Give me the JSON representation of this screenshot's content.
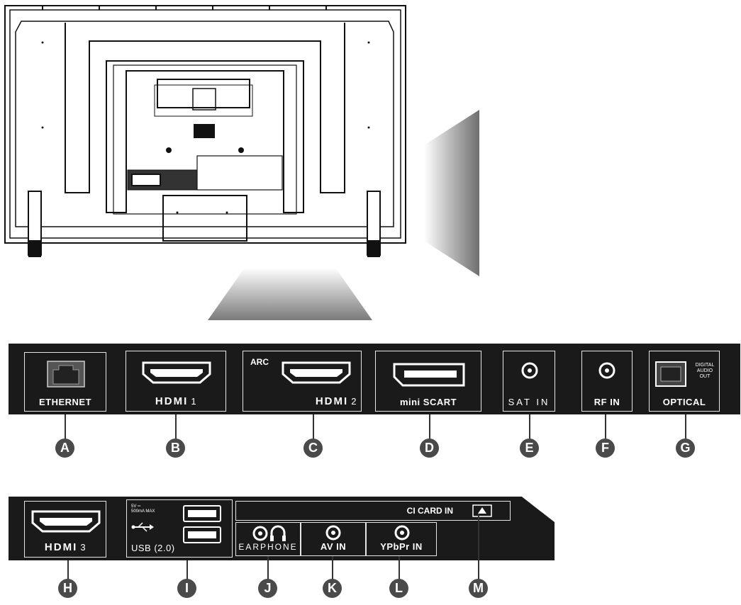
{
  "top_panel": {
    "ethernet": "ETHERNET",
    "hdmi1_brand": "HDMI",
    "hdmi1_num": "1",
    "arc": "ARC",
    "hdmi2_brand": "HDMI",
    "hdmi2_num": "2",
    "mini_scart": "mini SCART",
    "sat_in": "SAT IN",
    "rf_in": "RF IN",
    "optical": "OPTICAL",
    "digital_audio_out_1": "DIGITAL",
    "digital_audio_out_2": "AUDIO",
    "digital_audio_out_3": "OUT"
  },
  "bottom_panel": {
    "hdmi3_brand": "HDMI",
    "hdmi3_num": "3",
    "usb_spec_1": "5V ═",
    "usb_spec_2": "500mA MAX",
    "usb": "USB (2.0)",
    "ci_card_in": "CI CARD IN",
    "earphone": "EARPHONE",
    "av_in": "AV IN",
    "ypbpr_in": "YPbPr IN"
  },
  "markers": [
    "A",
    "B",
    "C",
    "D",
    "E",
    "F",
    "G",
    "H",
    "I",
    "J",
    "K",
    "L",
    "M"
  ],
  "colors": {
    "panel": "#1a1a1a",
    "marker": "#4a4a4a",
    "line": "#333333"
  }
}
